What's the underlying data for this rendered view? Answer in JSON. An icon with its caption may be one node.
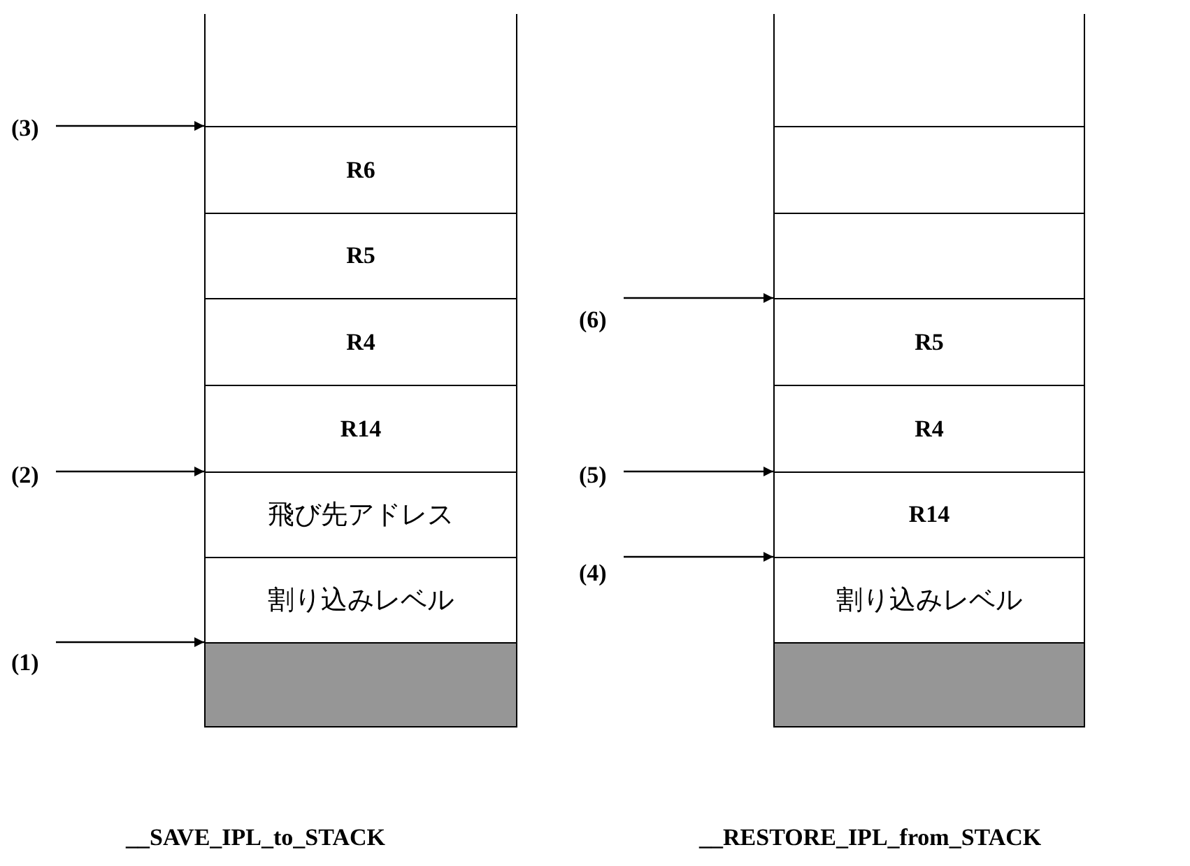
{
  "diagram": {
    "nodes": [
      {
        "text": [],
        "shape": "box"
      },
      {
        "text": [
          "R6"
        ],
        "in": 0
      },
      {
        "text": [
          "R5"
        ],
        "in": 0
      },
      {
        "text": [
          "R4"
        ],
        "in": 0
      },
      {
        "text": [
          "R14"
        ],
        "in": 0
      },
      {
        "text": [
          "飛び先アドレス"
        ],
        "in": 0
      },
      {
        "text": [
          "割り込みレベル"
        ],
        "in": 0
      },
      {
        "text": [],
        "shape": "box",
        "in": 0
      },
      {
        "text": [],
        "shape": "box"
      },
      {
        "text": [],
        "shape": "box",
        "in": 8
      },
      {
        "text": [],
        "shape": "box",
        "in": 8
      },
      {
        "text": [
          "R5"
        ],
        "in": 8
      },
      {
        "text": [
          "R4"
        ],
        "in": 8
      },
      {
        "text": [
          "R14"
        ],
        "in": 8
      },
      {
        "text": [
          "割り込みレベル"
        ],
        "in": 8
      },
      {
        "text": [],
        "shape": "box",
        "in": 8
      },
      {
        "text": [
          "(3)"
        ]
      },
      {
        "text": [
          "(2)"
        ]
      },
      {
        "text": [
          "(1)"
        ]
      },
      {
        "text": [
          "(6)"
        ]
      },
      {
        "text": [
          "(5)"
        ]
      },
      {
        "text": [
          "(4)"
        ]
      }
    ],
    "edges": [
      {
        "from": 16,
        "to": 0,
        "arrow": "to"
      },
      {
        "from": 17,
        "to": 0,
        "arrow": "to"
      },
      {
        "from": 18,
        "to": 0,
        "arrow": "to"
      },
      {
        "from": 19,
        "to": 8,
        "arrow": "to"
      },
      {
        "from": 20,
        "to": 8,
        "arrow": "to"
      },
      {
        "from": 21,
        "to": 8,
        "arrow": "to"
      }
    ],
    "labels": [
      "__SAVE_IPL_to_STACK",
      "__RESTORE_IPL_from_STACK"
    ]
  }
}
